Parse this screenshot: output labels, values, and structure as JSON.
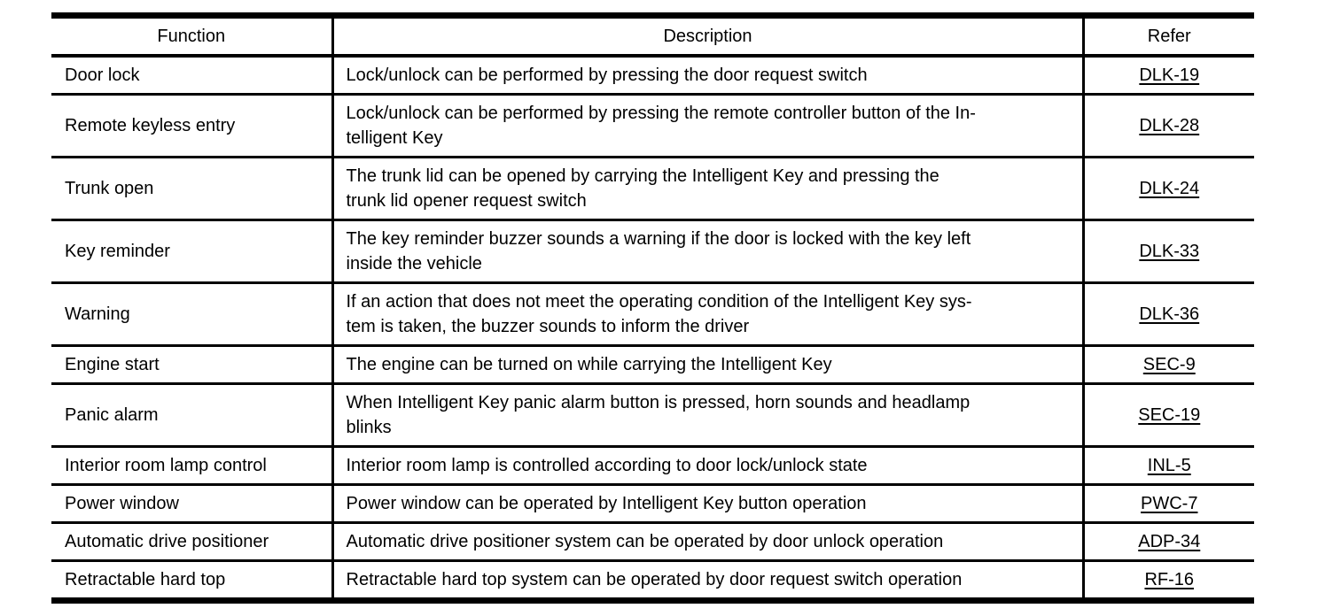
{
  "table": {
    "columns": [
      "Function",
      "Description",
      "Refer"
    ],
    "rows": [
      {
        "function": "Door lock",
        "description": "Lock/unlock can be performed by pressing the door request switch",
        "refer": "DLK-19"
      },
      {
        "function": "Remote keyless entry",
        "description": "Lock/unlock can be performed by pressing the remote controller button of the In-\ntelligent Key",
        "refer": "DLK-28"
      },
      {
        "function": "Trunk open",
        "description": "The trunk lid can be opened by carrying the Intelligent Key and pressing the\ntrunk lid opener request switch",
        "refer": "DLK-24"
      },
      {
        "function": "Key reminder",
        "description": "The key reminder buzzer sounds a warning if the door is locked with the key left\ninside the vehicle",
        "refer": "DLK-33"
      },
      {
        "function": "Warning",
        "description": "If an action that does not meet the operating condition of the Intelligent Key sys-\ntem is taken, the buzzer sounds to inform the driver",
        "refer": "DLK-36"
      },
      {
        "function": "Engine start",
        "description": "The engine can be turned on while carrying the Intelligent Key",
        "refer": "SEC-9"
      },
      {
        "function": "Panic alarm",
        "description": "When Intelligent Key panic alarm button is pressed, horn sounds and headlamp\nblinks",
        "refer": "SEC-19"
      },
      {
        "function": "Interior room lamp control",
        "description": "Interior room lamp is controlled according to door lock/unlock state",
        "refer": "INL-5"
      },
      {
        "function": "Power window",
        "description": "Power window can be operated by Intelligent Key button operation",
        "refer": "PWC-7"
      },
      {
        "function": "Automatic drive positioner",
        "description": "Automatic drive positioner system can be operated by door unlock operation",
        "refer": "ADP-34"
      },
      {
        "function": "Retractable hard top",
        "description": "Retractable hard top system can be operated by door request switch operation",
        "refer": "RF-16"
      }
    ]
  }
}
